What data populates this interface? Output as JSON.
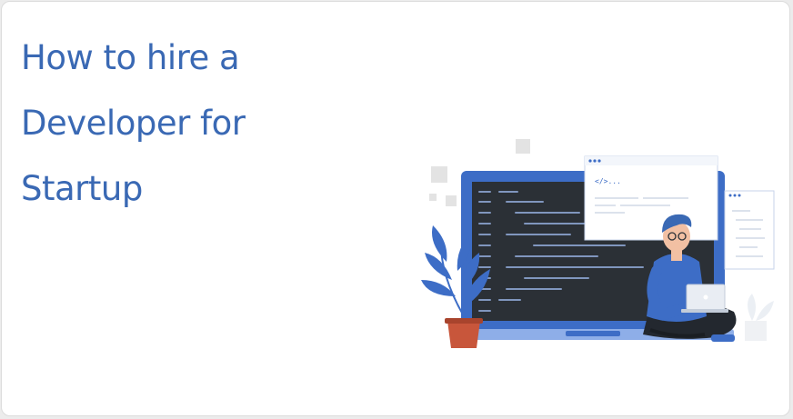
{
  "headline": {
    "lines": [
      "How to hire a",
      "Developer for",
      "Startup"
    ],
    "color": "#3a69b4"
  },
  "illustration": {
    "name": "developer-with-laptop-illustration",
    "code_tag": "</>...",
    "colors": {
      "primary_blue": "#3d6dc6",
      "light_blue": "#8eaee8",
      "dark_screen": "#2b3036",
      "skin": "#f2c0a3",
      "hair": "#3a69b4",
      "pot": "#c8563b"
    }
  }
}
